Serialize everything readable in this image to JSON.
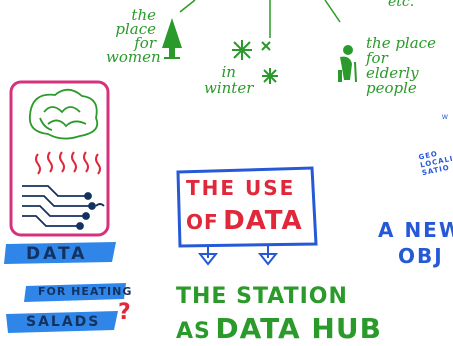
{
  "colors": {
    "green": "#2a9a2a",
    "magenta": "#d6317c",
    "blue": "#2559d8",
    "red": "#e0283a",
    "navy": "#14325f",
    "highlight": "#2f86e8"
  },
  "annotations": {
    "etc": "etc.",
    "women": [
      "the",
      "place",
      "for",
      "women"
    ],
    "winter": [
      "in",
      "winter"
    ],
    "elderly": [
      "the place",
      "for",
      "elderly",
      "people"
    ],
    "geo": [
      "GEO",
      "LOCALI",
      "SATIO"
    ],
    "right_fragment": "w"
  },
  "data_banner": {
    "line1": "DATA",
    "line2": "FOR HEATING",
    "line3": "SALADS",
    "question_mark": "?"
  },
  "use_of_data": {
    "line1": "THE USE",
    "line2_prefix": "OF",
    "line2_emphasis": "DATA"
  },
  "station": {
    "line1": "THE STATION",
    "line2_prefix": "AS",
    "line2_emphasis": "DATA HUB"
  },
  "new_object": {
    "line1": "A NEW",
    "line2": "OBJ"
  },
  "icons": [
    "tree-icon",
    "snowflake-icon",
    "elderly-person-icon",
    "lettuce-icon",
    "heat-waves-icon",
    "circuit-icon",
    "down-arrow-icon"
  ]
}
